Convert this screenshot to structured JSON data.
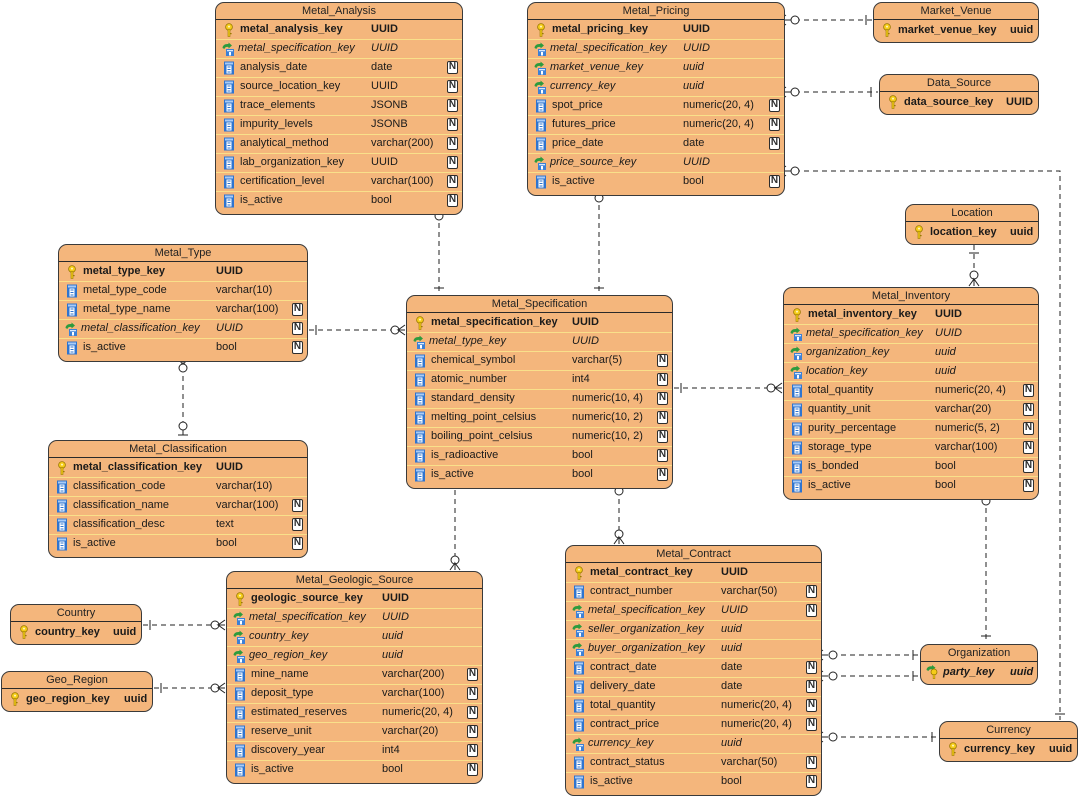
{
  "diagram": {
    "colors": {
      "entity_fill": "#f4b67c",
      "row_divider": "#f9e08a",
      "pk_key": "#f2c200",
      "fk_arrow": "#2e8b3a",
      "column_icon": "#2a6fc9"
    },
    "entities": [
      {
        "id": "metal_analysis",
        "title": "Metal_Analysis",
        "columns": [
          {
            "name": "metal_analysis_key",
            "type": "UUID",
            "kind": "pk",
            "nullable": false
          },
          {
            "name": "metal_specification_key",
            "type": "UUID",
            "kind": "fk",
            "nullable": false
          },
          {
            "name": "analysis_date",
            "type": "date",
            "kind": "col",
            "nullable": true
          },
          {
            "name": "source_location_key",
            "type": "UUID",
            "kind": "col",
            "nullable": true
          },
          {
            "name": "trace_elements",
            "type": "JSONB",
            "kind": "col",
            "nullable": true
          },
          {
            "name": "impurity_levels",
            "type": "JSONB",
            "kind": "col",
            "nullable": true
          },
          {
            "name": "analytical_method",
            "type": "varchar(200)",
            "kind": "col",
            "nullable": true
          },
          {
            "name": "lab_organization_key",
            "type": "UUID",
            "kind": "col",
            "nullable": true
          },
          {
            "name": "certification_level",
            "type": "varchar(100)",
            "kind": "col",
            "nullable": true
          },
          {
            "name": "is_active",
            "type": "bool",
            "kind": "col",
            "nullable": true
          }
        ]
      },
      {
        "id": "metal_pricing",
        "title": "Metal_Pricing",
        "columns": [
          {
            "name": "metal_pricing_key",
            "type": "UUID",
            "kind": "pk",
            "nullable": false
          },
          {
            "name": "metal_specification_key",
            "type": "UUID",
            "kind": "fk",
            "nullable": false
          },
          {
            "name": "market_venue_key",
            "type": "uuid",
            "kind": "fk",
            "nullable": false
          },
          {
            "name": "currency_key",
            "type": "uuid",
            "kind": "fk",
            "nullable": false
          },
          {
            "name": "spot_price",
            "type": "numeric(20, 4)",
            "kind": "col",
            "nullable": true
          },
          {
            "name": "futures_price",
            "type": "numeric(20, 4)",
            "kind": "col",
            "nullable": true
          },
          {
            "name": "price_date",
            "type": "date",
            "kind": "col",
            "nullable": true
          },
          {
            "name": "price_source_key",
            "type": "UUID",
            "kind": "fk",
            "nullable": false
          },
          {
            "name": "is_active",
            "type": "bool",
            "kind": "col",
            "nullable": true
          }
        ]
      },
      {
        "id": "market_venue",
        "title": "Market_Venue",
        "columns": [
          {
            "name": "market_venue_key",
            "type": "uuid",
            "kind": "pk",
            "nullable": false
          }
        ]
      },
      {
        "id": "data_source",
        "title": "Data_Source",
        "columns": [
          {
            "name": "data_source_key",
            "type": "UUID",
            "kind": "pk",
            "nullable": false
          }
        ]
      },
      {
        "id": "location",
        "title": "Location",
        "columns": [
          {
            "name": "location_key",
            "type": "uuid",
            "kind": "pk",
            "nullable": false
          }
        ]
      },
      {
        "id": "metal_type",
        "title": "Metal_Type",
        "columns": [
          {
            "name": "metal_type_key",
            "type": "UUID",
            "kind": "pk",
            "nullable": false
          },
          {
            "name": "metal_type_code",
            "type": "varchar(10)",
            "kind": "col",
            "nullable": false
          },
          {
            "name": "metal_type_name",
            "type": "varchar(100)",
            "kind": "col",
            "nullable": true
          },
          {
            "name": "metal_classification_key",
            "type": "UUID",
            "kind": "fk",
            "nullable": true
          },
          {
            "name": "is_active",
            "type": "bool",
            "kind": "col",
            "nullable": true
          }
        ]
      },
      {
        "id": "metal_specification",
        "title": "Metal_Specification",
        "columns": [
          {
            "name": "metal_specification_key",
            "type": "UUID",
            "kind": "pk",
            "nullable": false
          },
          {
            "name": "metal_type_key",
            "type": "UUID",
            "kind": "fk",
            "nullable": false
          },
          {
            "name": "chemical_symbol",
            "type": "varchar(5)",
            "kind": "col",
            "nullable": true
          },
          {
            "name": "atomic_number",
            "type": "int4",
            "kind": "col",
            "nullable": true
          },
          {
            "name": "standard_density",
            "type": "numeric(10, 4)",
            "kind": "col",
            "nullable": true
          },
          {
            "name": "melting_point_celsius",
            "type": "numeric(10, 2)",
            "kind": "col",
            "nullable": true
          },
          {
            "name": "boiling_point_celsius",
            "type": "numeric(10, 2)",
            "kind": "col",
            "nullable": true
          },
          {
            "name": "is_radioactive",
            "type": "bool",
            "kind": "col",
            "nullable": true
          },
          {
            "name": "is_active",
            "type": "bool",
            "kind": "col",
            "nullable": true
          }
        ]
      },
      {
        "id": "metal_inventory",
        "title": "Metal_Inventory",
        "columns": [
          {
            "name": "metal_inventory_key",
            "type": "UUID",
            "kind": "pk",
            "nullable": false
          },
          {
            "name": "metal_specification_key",
            "type": "UUID",
            "kind": "fk",
            "nullable": false
          },
          {
            "name": "organization_key",
            "type": "uuid",
            "kind": "fk",
            "nullable": false
          },
          {
            "name": "location_key",
            "type": "uuid",
            "kind": "fk",
            "nullable": false
          },
          {
            "name": "total_quantity",
            "type": "numeric(20, 4)",
            "kind": "col",
            "nullable": true
          },
          {
            "name": "quantity_unit",
            "type": "varchar(20)",
            "kind": "col",
            "nullable": true
          },
          {
            "name": "purity_percentage",
            "type": "numeric(5, 2)",
            "kind": "col",
            "nullable": true
          },
          {
            "name": "storage_type",
            "type": "varchar(100)",
            "kind": "col",
            "nullable": true
          },
          {
            "name": "is_bonded",
            "type": "bool",
            "kind": "col",
            "nullable": true
          },
          {
            "name": "is_active",
            "type": "bool",
            "kind": "col",
            "nullable": true
          }
        ]
      },
      {
        "id": "metal_classification",
        "title": "Metal_Classification",
        "columns": [
          {
            "name": "metal_classification_key",
            "type": "UUID",
            "kind": "pk",
            "nullable": false
          },
          {
            "name": "classification_code",
            "type": "varchar(10)",
            "kind": "col",
            "nullable": false
          },
          {
            "name": "classification_name",
            "type": "varchar(100)",
            "kind": "col",
            "nullable": true
          },
          {
            "name": "classification_desc",
            "type": "text",
            "kind": "col",
            "nullable": true
          },
          {
            "name": "is_active",
            "type": "bool",
            "kind": "col",
            "nullable": true
          }
        ]
      },
      {
        "id": "country",
        "title": "Country",
        "columns": [
          {
            "name": "country_key",
            "type": "uuid",
            "kind": "pk",
            "nullable": false
          }
        ]
      },
      {
        "id": "geo_region",
        "title": "Geo_Region",
        "columns": [
          {
            "name": "geo_region_key",
            "type": "uuid",
            "kind": "pk",
            "nullable": false
          }
        ]
      },
      {
        "id": "metal_geologic_source",
        "title": "Metal_Geologic_Source",
        "columns": [
          {
            "name": "geologic_source_key",
            "type": "UUID",
            "kind": "pk",
            "nullable": false
          },
          {
            "name": "metal_specification_key",
            "type": "UUID",
            "kind": "fk",
            "nullable": false
          },
          {
            "name": "country_key",
            "type": "uuid",
            "kind": "fk",
            "nullable": false
          },
          {
            "name": "geo_region_key",
            "type": "uuid",
            "kind": "fk",
            "nullable": false
          },
          {
            "name": "mine_name",
            "type": "varchar(200)",
            "kind": "col",
            "nullable": true
          },
          {
            "name": "deposit_type",
            "type": "varchar(100)",
            "kind": "col",
            "nullable": true
          },
          {
            "name": "estimated_reserves",
            "type": "numeric(20, 4)",
            "kind": "col",
            "nullable": true
          },
          {
            "name": "reserve_unit",
            "type": "varchar(20)",
            "kind": "col",
            "nullable": true
          },
          {
            "name": "discovery_year",
            "type": "int4",
            "kind": "col",
            "nullable": true
          },
          {
            "name": "is_active",
            "type": "bool",
            "kind": "col",
            "nullable": true
          }
        ]
      },
      {
        "id": "metal_contract",
        "title": "Metal_Contract",
        "columns": [
          {
            "name": "metal_contract_key",
            "type": "UUID",
            "kind": "pk",
            "nullable": false
          },
          {
            "name": "contract_number",
            "type": "varchar(50)",
            "kind": "col",
            "nullable": true
          },
          {
            "name": "metal_specification_key",
            "type": "UUID",
            "kind": "fk",
            "nullable": true
          },
          {
            "name": "seller_organization_key",
            "type": "uuid",
            "kind": "fk",
            "nullable": false
          },
          {
            "name": "buyer_organization_key",
            "type": "uuid",
            "kind": "fk",
            "nullable": false
          },
          {
            "name": "contract_date",
            "type": "date",
            "kind": "col",
            "nullable": true
          },
          {
            "name": "delivery_date",
            "type": "date",
            "kind": "col",
            "nullable": true
          },
          {
            "name": "total_quantity",
            "type": "numeric(20, 4)",
            "kind": "col",
            "nullable": true
          },
          {
            "name": "contract_price",
            "type": "numeric(20, 4)",
            "kind": "col",
            "nullable": true
          },
          {
            "name": "currency_key",
            "type": "uuid",
            "kind": "fk",
            "nullable": false
          },
          {
            "name": "contract_status",
            "type": "varchar(50)",
            "kind": "col",
            "nullable": true
          },
          {
            "name": "is_active",
            "type": "bool",
            "kind": "col",
            "nullable": true
          }
        ]
      },
      {
        "id": "organization",
        "title": "Organization",
        "columns": [
          {
            "name": "party_key",
            "type": "uuid",
            "kind": "pkfk",
            "nullable": false
          }
        ]
      },
      {
        "id": "currency",
        "title": "Currency",
        "columns": [
          {
            "name": "currency_key",
            "type": "uuid",
            "kind": "pk",
            "nullable": false
          }
        ]
      }
    ],
    "relationships": [
      {
        "from": "metal_specification",
        "to": "metal_analysis",
        "cardinality": "one-to-many"
      },
      {
        "from": "metal_specification",
        "to": "metal_pricing",
        "cardinality": "one-to-many"
      },
      {
        "from": "market_venue",
        "to": "metal_pricing",
        "cardinality": "one-to-many"
      },
      {
        "from": "data_source",
        "to": "metal_pricing",
        "cardinality": "one-to-many"
      },
      {
        "from": "currency",
        "to": "metal_pricing",
        "cardinality": "one-to-many"
      },
      {
        "from": "metal_type",
        "to": "metal_specification",
        "cardinality": "one-to-many"
      },
      {
        "from": "metal_classification",
        "to": "metal_type",
        "cardinality": "zero-or-one-to-many"
      },
      {
        "from": "metal_specification",
        "to": "metal_inventory",
        "cardinality": "one-to-many"
      },
      {
        "from": "location",
        "to": "metal_inventory",
        "cardinality": "one-to-many"
      },
      {
        "from": "organization",
        "to": "metal_inventory",
        "cardinality": "one-to-many"
      },
      {
        "from": "metal_specification",
        "to": "metal_geologic_source",
        "cardinality": "one-to-many"
      },
      {
        "from": "metal_specification",
        "to": "metal_contract",
        "cardinality": "zero-or-one-to-many"
      },
      {
        "from": "country",
        "to": "metal_geologic_source",
        "cardinality": "one-to-many"
      },
      {
        "from": "geo_region",
        "to": "metal_geologic_source",
        "cardinality": "one-to-many"
      },
      {
        "from": "organization",
        "to": "metal_contract",
        "cardinality": "one-to-many"
      },
      {
        "from": "organization",
        "to": "metal_contract",
        "cardinality": "one-to-many"
      },
      {
        "from": "currency",
        "to": "metal_contract",
        "cardinality": "one-to-many"
      }
    ]
  }
}
